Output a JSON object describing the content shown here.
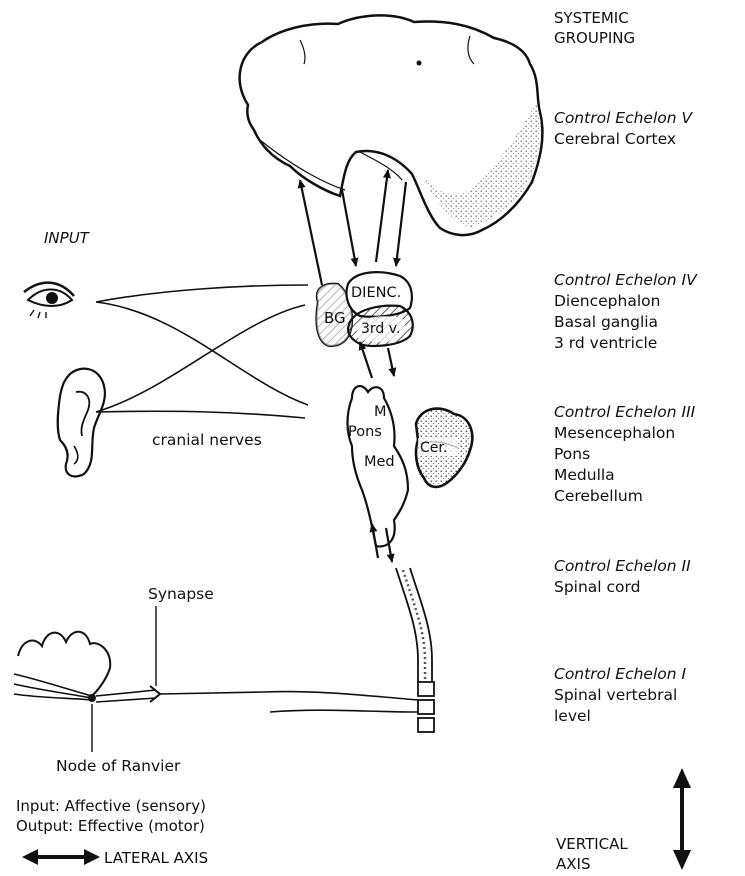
{
  "systemic_grouping": [
    "SYSTEMIC",
    "GROUPING"
  ],
  "input_label": "INPUT",
  "echelons": [
    {
      "title": "Control Echelon V",
      "items": [
        "Cerebral Cortex"
      ]
    },
    {
      "title": "Control Echelon IV",
      "items": [
        "Diencephalon",
        "Basal ganglia",
        "3 rd ventricle"
      ]
    },
    {
      "title": "Control Echelon III",
      "items": [
        "Mesencephalon",
        "Pons",
        "Medulla",
        "Cerebellum"
      ]
    },
    {
      "title": "Control Echelon II",
      "items": [
        "Spinal cord"
      ]
    },
    {
      "title": "Control Echelon I",
      "items": [
        "Spinal vertebral",
        "level"
      ]
    }
  ],
  "brain_labels": {
    "dienc": "DIENC.",
    "bg": "BG",
    "third_ventricle": "3rd v.",
    "mesencephalon": "M",
    "pons": "Pons",
    "medulla": "Med",
    "cerebellum": "Cer."
  },
  "cranial_nerves": "cranial nerves",
  "synapse": "Synapse",
  "node_of_ranvier": "Node of Ranvier",
  "io_lines": [
    "Input: Affective (sensory)",
    "Output: Effective (motor)"
  ],
  "lateral_axis": "LATERAL AXIS",
  "vertical_axis": [
    "VERTICAL",
    "AXIS"
  ]
}
